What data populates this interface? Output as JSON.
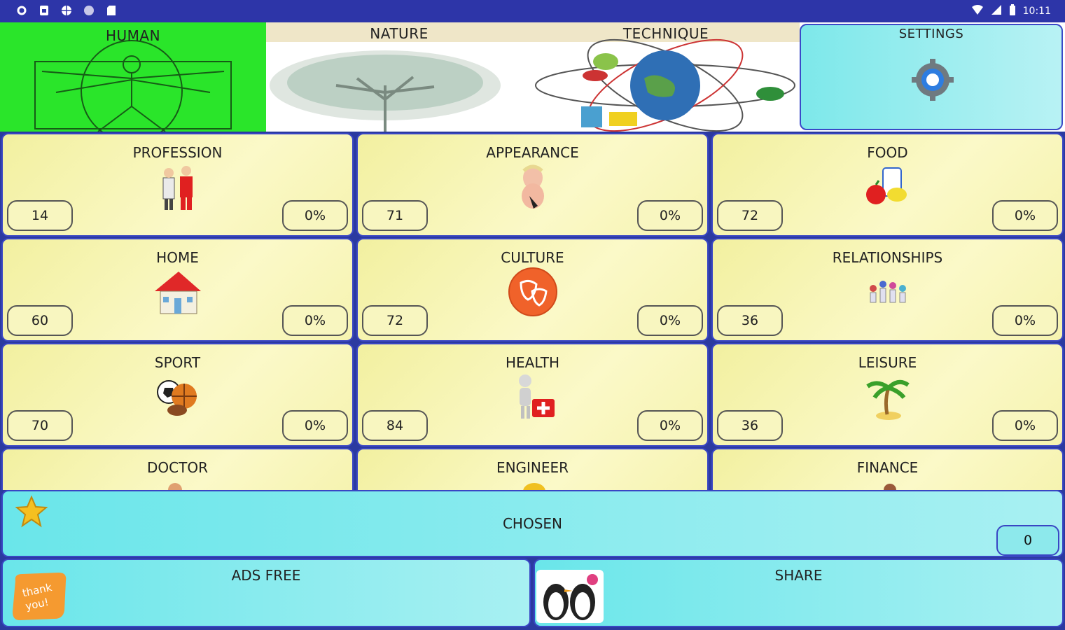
{
  "status_bar": {
    "time": "10:11",
    "left_icons": [
      "settings-icon",
      "sim-icon",
      "globe-icon",
      "circle-icon",
      "sd-card-icon"
    ],
    "right_icons": [
      "wifi-icon",
      "signal-icon",
      "battery-icon"
    ]
  },
  "tabs": [
    {
      "label": "HUMAN",
      "selected": true
    },
    {
      "label": "NATURE",
      "selected": false
    },
    {
      "label": "TECHNIQUE",
      "selected": false
    },
    {
      "label": "SETTINGS",
      "selected": false
    }
  ],
  "categories": [
    {
      "title": "PROFESSION",
      "count": "14",
      "percent": "0%",
      "icon": "professions-icon"
    },
    {
      "title": "APPEARANCE",
      "count": "71",
      "percent": "0%",
      "icon": "appearance-icon"
    },
    {
      "title": "FOOD",
      "count": "72",
      "percent": "0%",
      "icon": "food-icon"
    },
    {
      "title": "HOME",
      "count": "60",
      "percent": "0%",
      "icon": "house-icon"
    },
    {
      "title": "CULTURE",
      "count": "72",
      "percent": "0%",
      "icon": "theater-masks-icon"
    },
    {
      "title": "RELATIONSHIPS",
      "count": "36",
      "percent": "0%",
      "icon": "family-icon"
    },
    {
      "title": "SPORT",
      "count": "70",
      "percent": "0%",
      "icon": "sport-balls-icon"
    },
    {
      "title": "HEALTH",
      "count": "84",
      "percent": "0%",
      "icon": "first-aid-icon"
    },
    {
      "title": "LEISURE",
      "count": "36",
      "percent": "0%",
      "icon": "palm-tree-icon"
    },
    {
      "title": "DOCTOR",
      "icon": "doctor-icon"
    },
    {
      "title": "ENGINEER",
      "icon": "engineer-icon"
    },
    {
      "title": "FINANCE",
      "icon": "finance-icon"
    }
  ],
  "chosen": {
    "label": "CHOSEN",
    "count": "0",
    "icon": "star-icon"
  },
  "ads_free": {
    "label": "ADS FREE",
    "badge_line1": "thank",
    "badge_line2": "you!"
  },
  "share": {
    "label": "SHARE"
  },
  "colors": {
    "selected_tab": "#2ae52a",
    "card": "#f7f5b8",
    "accent": "#3946c4",
    "cyan": "#7de8ea"
  }
}
